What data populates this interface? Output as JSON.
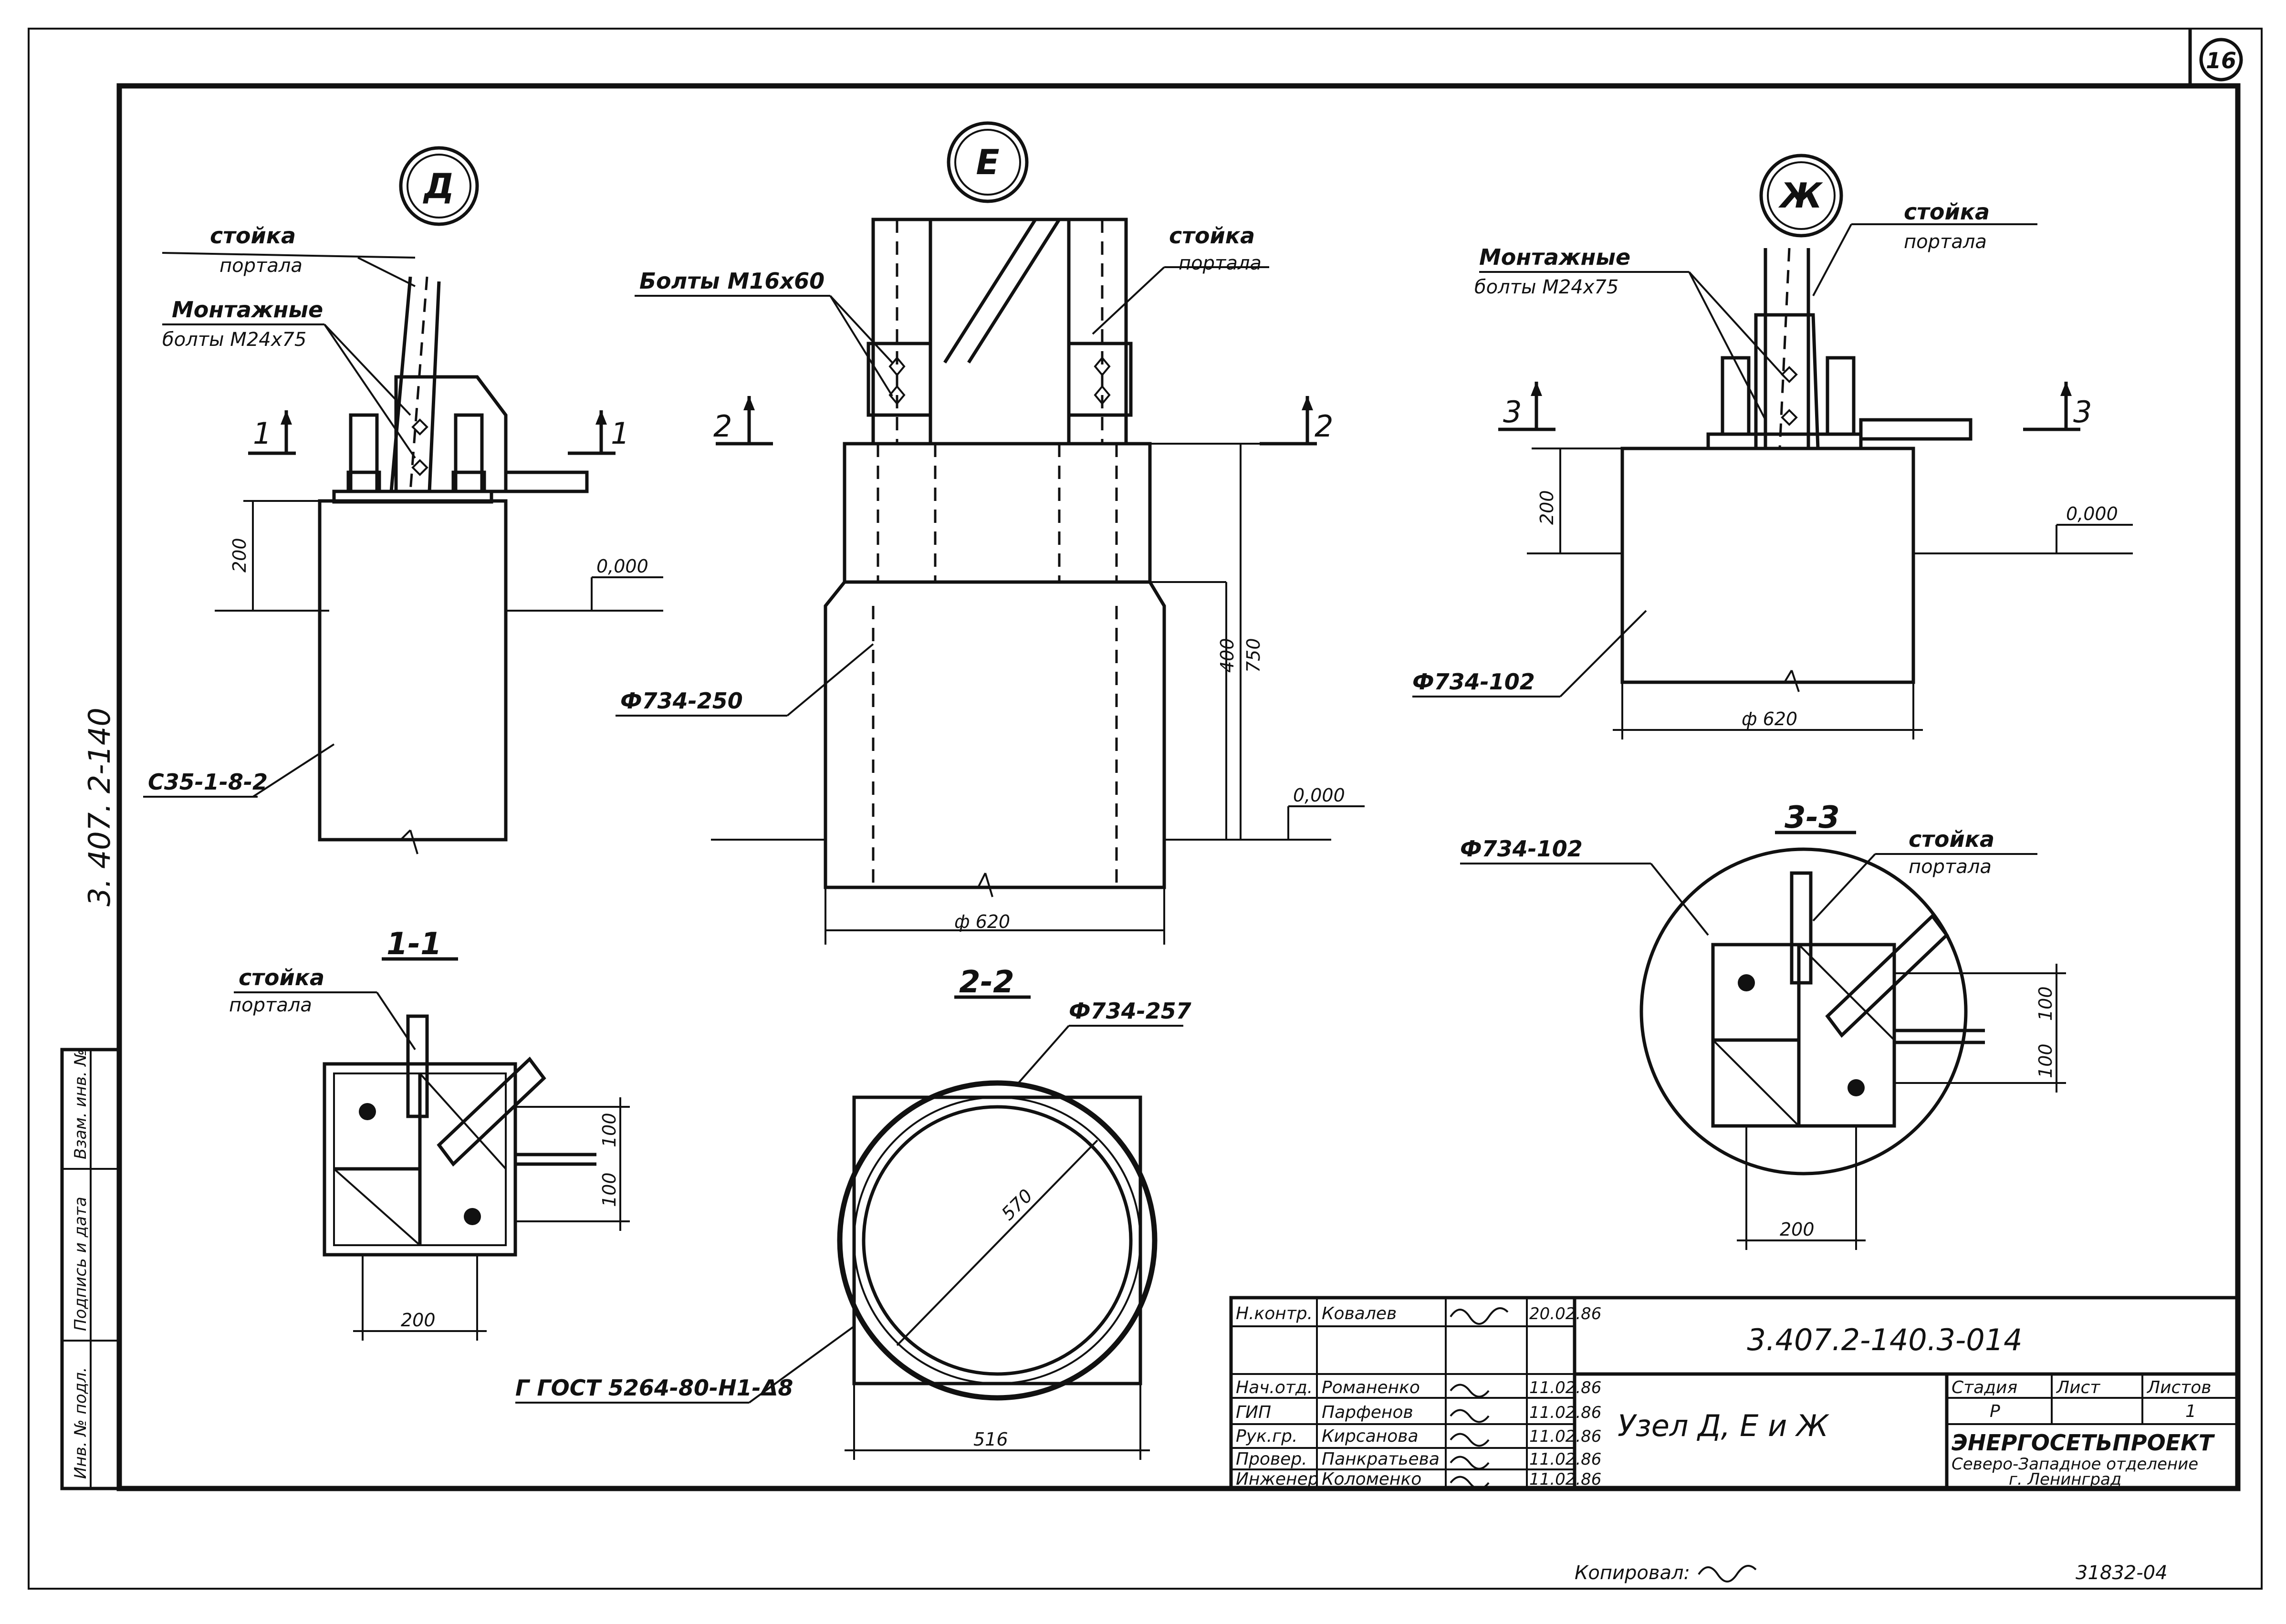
{
  "sheet_number": "16",
  "side_stamp": "3. 407. 2-140",
  "node_marks": [
    "Д",
    "Е",
    "Ж"
  ],
  "labels": {
    "stoyka_line1": "стойка",
    "stoyka_line2": "портала",
    "montazh_line1": "Монтажные",
    "montazh_d_line2": "болты М24х75",
    "montazh_zh_line2": "болты М24х75",
    "bolty_e": "Болты М16х60",
    "pile_d": "С35-1-8-2",
    "pipe_e": "Ф734-250",
    "pipe_zh": "Ф734-102",
    "pipe_22": "Ф734-257",
    "pipe_33": "Ф734-102",
    "gost": "Г ГОСТ 5264-80-Н1-Δ8",
    "dia_570": "570"
  },
  "section_marks": {
    "s1": "1",
    "s2": "2",
    "s3": "3",
    "title_11": "1-1",
    "title_22": "2-2",
    "title_33": "3-3"
  },
  "dimensions": {
    "d200": "200",
    "d400": "400",
    "d750": "750",
    "d100": "100",
    "phi620": "ф 620",
    "d516": "516",
    "level": "0,000"
  },
  "title_block": {
    "drawing_code": "3.407.2-140.3-014",
    "node_title": "Узел Д, Е и Ж",
    "stage_header": "Стадия",
    "sheet_header": "Лист",
    "sheets_header": "Листов",
    "stage_value": "Р",
    "sheets_value": "1",
    "org_line1": "ЭНЕРГОСЕТЬПРОЕКТ",
    "org_line2": "Северо-Западное отделение",
    "org_line3": "г. Ленинград",
    "rows": [
      {
        "role": "Н.контр.",
        "name": "Ковалев",
        "sign": "",
        "date": "20.02.86"
      },
      {
        "role": "",
        "name": "",
        "sign": "",
        "date": ""
      },
      {
        "role": "Нач.отд.",
        "name": "Романенко",
        "sign": "",
        "date": "11.02.86"
      },
      {
        "role": "ГИП",
        "name": "Парфенов",
        "sign": "",
        "date": "11.02.86"
      },
      {
        "role": "Рук.гр.",
        "name": "Кирсанова",
        "sign": "",
        "date": "11.02.86"
      },
      {
        "role": "Провер.",
        "name": "Панкратьева",
        "sign": "",
        "date": "11.02.86"
      },
      {
        "role": "Инженер",
        "name": "Коломенко",
        "sign": "",
        "date": "11.02.86"
      }
    ]
  },
  "left_strip": [
    "Инв. № подл.",
    "Подпись и дата",
    "Взам. инв. №"
  ],
  "footer": {
    "copied": "Копировал:",
    "order": "31832-04"
  }
}
